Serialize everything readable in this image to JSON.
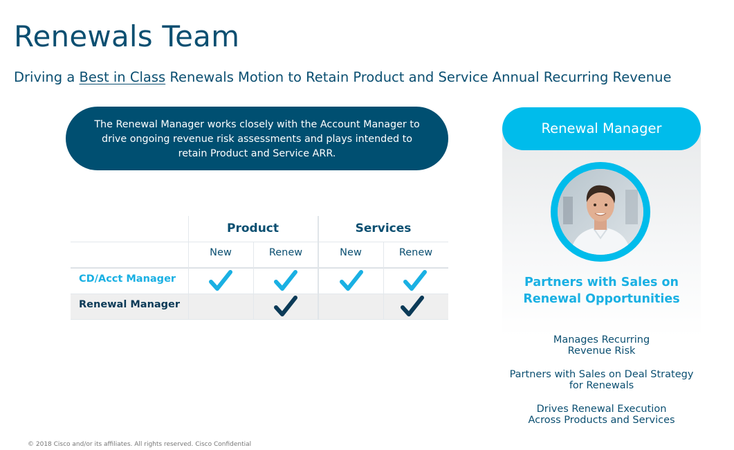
{
  "title": "Renewals Team",
  "subtitle": {
    "prefix": "Driving a ",
    "emphasis": "Best in Class",
    "suffix": " Renewals Motion to Retain Product and Service Annual Recurring Revenue"
  },
  "callout": "The Renewal Manager works closely with the Account Manager to drive ongoing revenue risk assessments and plays intended to retain Product and Service ARR.",
  "table": {
    "groups": [
      "Product",
      "Services"
    ],
    "subheaders": [
      "New",
      "Renew",
      "New",
      "Renew"
    ],
    "rows": [
      {
        "label": "CD/Acct Manager",
        "checks": [
          true,
          true,
          true,
          true
        ],
        "color": "#1ab0e3"
      },
      {
        "label": "Renewal Manager",
        "checks": [
          false,
          true,
          false,
          true
        ],
        "color": "#0b3a57"
      }
    ]
  },
  "panel": {
    "heading": "Renewal Manager",
    "headline": "Partners with Sales on Renewal Opportunities",
    "bullets": [
      "Manages Recurring Revenue Risk",
      "Partners with Sales on Deal Strategy for Renewals",
      "Drives Renewal Execution Across Products and Services"
    ]
  },
  "footer": "© 2018  Cisco and/or its affiliates. All rights reserved.   Cisco Confidential",
  "colors": {
    "navy": "#004f71",
    "cyan": "#00bceb",
    "dark_check": "#0b3a57"
  }
}
